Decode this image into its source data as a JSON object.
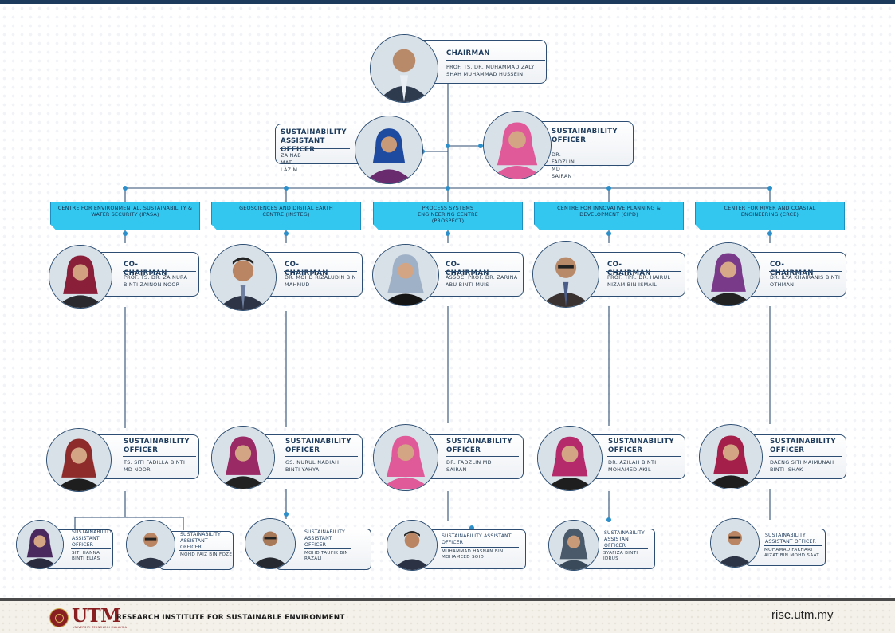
{
  "chairman": {
    "role": "CHAIRMAN",
    "name": "PROF. TS. DR. MUHAMMAD ZALY SHAH MUHAMMAD HUSSEIN"
  },
  "assistant_officer": {
    "role": "SUSTAINABILITY ASSISTANT OFFICER",
    "name": "ZAINAB MAT LAZIM"
  },
  "officer": {
    "role": "SUSTAINABILITY OFFICER",
    "name": "DR. FADZLIN MD SAIRAN"
  },
  "centres": [
    {
      "title": "CENTRE FOR ENVIRONMENTAL, SUSTAINABILITY & WATER SECURITY (IPASA)",
      "cochair": {
        "role": "CO-CHAIRMAN",
        "name": "PROF. TS. DR. ZAINURA BINTI ZAINON NOOR"
      },
      "officer": {
        "role": "SUSTAINABILITY OFFICER",
        "name": "TS. SITI FADILLA BINTI MD NOOR"
      },
      "assistants": [
        {
          "role": "SUSTAINABILITY ASSISTANT OFFICER",
          "name": "SITI HANNA BINTI ELIAS"
        },
        {
          "role": "SUSTAINABILITY ASSISTANT OFFICER",
          "name": "MOHD FAIZ BIN FOZE"
        }
      ]
    },
    {
      "title": "GEOSCIENCES AND DIGITAL EARTH CENTRE (INSTEG)",
      "cochair": {
        "role": "CO-CHAIRMAN",
        "name": "DR. MOHD RIZALUDIN BIN MAHMUD"
      },
      "officer": {
        "role": "SUSTAINABILITY OFFICER",
        "name": "GS. NURUL NADIAH BINTI YAHYA"
      },
      "assistants": [
        {
          "role": "SUSTAINABILITY ASSISTANT OFFICER",
          "name": "MOHD TAUFIK BIN RAZALI"
        }
      ]
    },
    {
      "title": "PROCESS SYSTEMS ENGINEERING CENTRE (PROSPECT)",
      "cochair": {
        "role": "CO-CHAIRMAN",
        "name": "ASSOC. PROF. DR. ZARINA ABU BINTI MUIS"
      },
      "officer": {
        "role": "SUSTAINABILITY OFFICER",
        "name": "DR. FADZLIN MD SAIRAN"
      },
      "assistants": [
        {
          "role": "SUSTAINABILITY ASSISTANT OFFICER",
          "name": "MUHAMMAD HASNAN BIN MOHAMEED SOID"
        }
      ]
    },
    {
      "title": "CENTRE FOR INNOVATIVE PLANNING & DEVELOPMENT (CIPD)",
      "cochair": {
        "role": "CO-CHAIRMAN",
        "name": "PROF. TPR. DR. HAIRUL NIZAM BIN ISMAIL"
      },
      "officer": {
        "role": "SUSTAINABILITY OFFICER",
        "name": "DR. AZILAH BINTI MOHAMED AKIL"
      },
      "assistants": [
        {
          "role": "SUSTAINABILITY ASSISTANT OFFICER",
          "name": "SYAFIZA BINTI IDRUS"
        }
      ]
    },
    {
      "title": "CENTER FOR RIVER AND COASTAL ENGINEERING (CRCE)",
      "cochair": {
        "role": "CO-CHAIRMAN",
        "name": "DR. ILYA KHAIRANIS BINTI OTHMAN"
      },
      "officer": {
        "role": "SUSTAINABILITY OFFICER",
        "name": "DAENG SITI MAIMUNAH BINTI ISHAK"
      },
      "assistants": [
        {
          "role": "SUSTAINABILITY ASSISTANT OFFICER",
          "name": "MOHAMAD FAKHARI AIZAT BIN MOHD SAAT"
        }
      ]
    }
  ],
  "footer": {
    "logo_text": "UTM",
    "logo_subtext": "UNIVERSITI TEKNOLOGI MALAYSIA",
    "institute": "RESEARCH INSTITUTE FOR SUSTAINABLE ENVIRONMENT",
    "website": "rise.utm.my"
  },
  "colors": {
    "navy": "#1c3a5c",
    "centre_banner": "#33c6ef",
    "utm_maroon": "#8a1f22"
  }
}
